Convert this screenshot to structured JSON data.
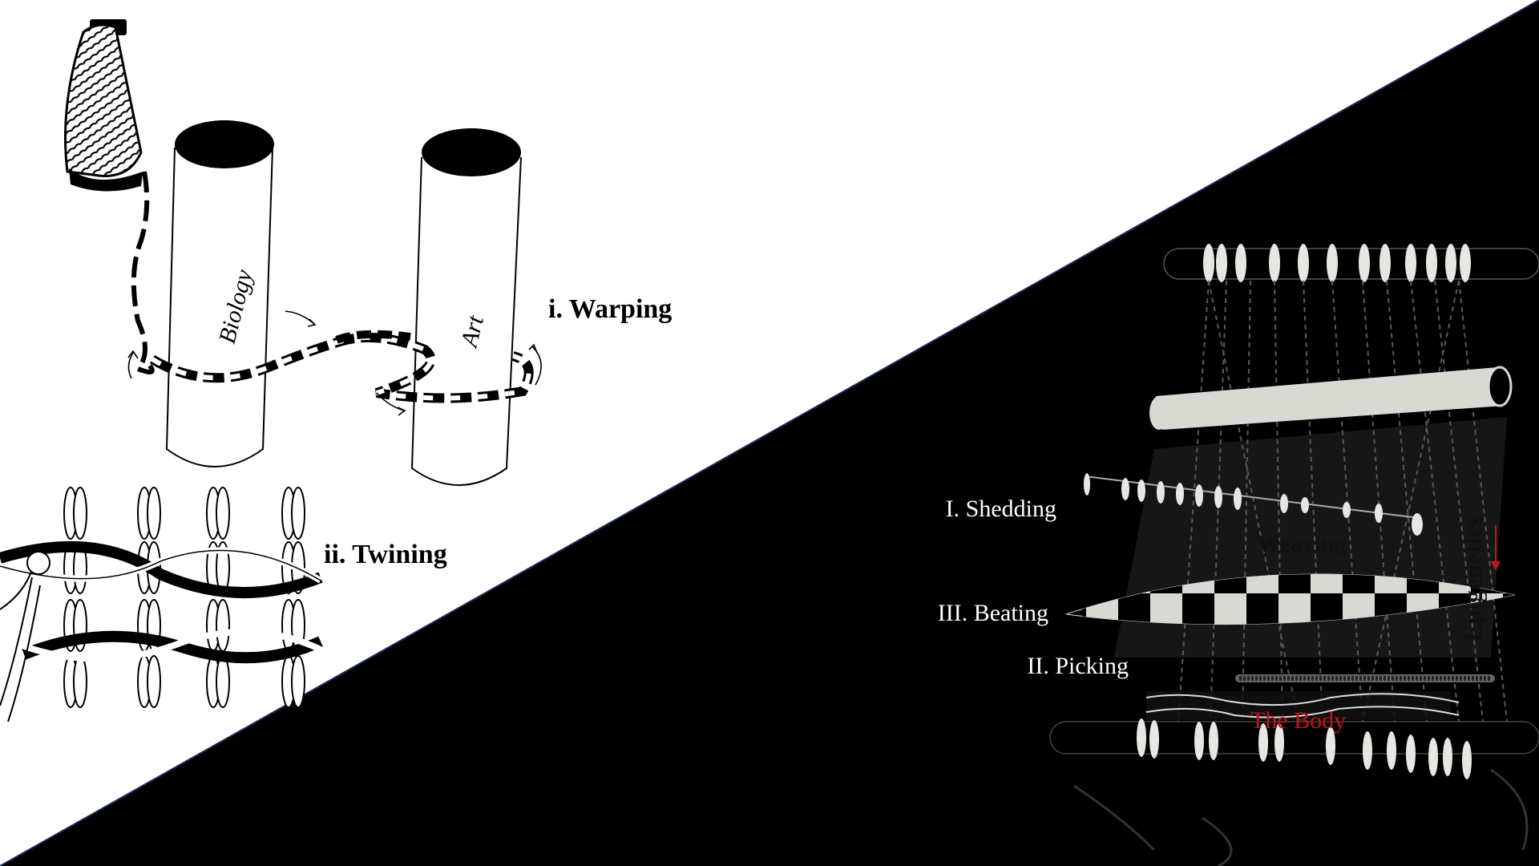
{
  "left_panel": {
    "warping_label": "i. Warping",
    "twining_label": "ii. Twining",
    "pillar_left_label": "Biology",
    "pillar_right_label": "Art"
  },
  "right_panel": {
    "shedding_label": "I. Shedding",
    "beating_label": "III. Beating",
    "picking_label": "II. Picking",
    "weaving_label": "Weaving",
    "epigenetics_label": "Epigenetics",
    "body_label": "The Body"
  },
  "colors": {
    "background_light": "#ffffff",
    "background_dark": "#000000",
    "divider_line": "#1f2a5a",
    "accent_red": "#c0141c",
    "light_gray": "#d9d9d4"
  }
}
